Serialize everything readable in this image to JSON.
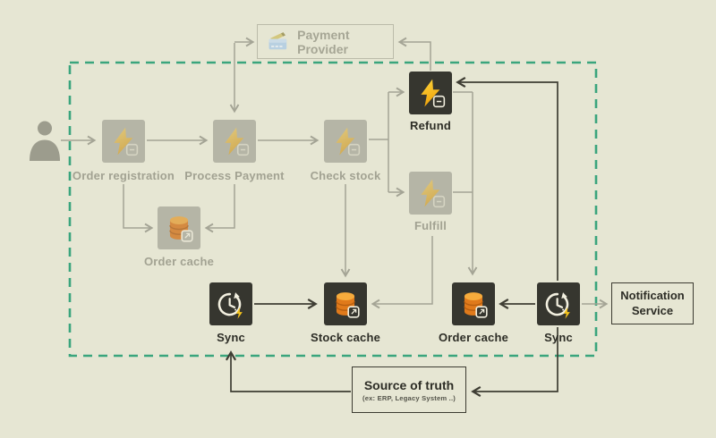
{
  "nodes": {
    "order_registration": "Order registration",
    "process_payment": "Process Payment",
    "check_stock": "Check stock",
    "refund": "Refund",
    "fulfill": "Fulfill",
    "order_cache_mid": "Order cache",
    "sync_left": "Sync",
    "stock_cache": "Stock cache",
    "order_cache_bottom": "Order cache",
    "sync_right": "Sync"
  },
  "external": {
    "payment_provider": "Payment Provider",
    "notification_service": "Notification Service",
    "source_of_truth_title": "Source of truth",
    "source_of_truth_subtitle": "(ex: ERP, Legacy System ..)"
  },
  "icons": {
    "user-icon": "person silhouette",
    "lightning-icon": "lightning bolt function tile",
    "database-icon": "stacked orange database cylinder",
    "sync-clock-icon": "clock with circular refresh arrow and bolt",
    "credit-card-icon": "credit card with pen"
  },
  "colors": {
    "background": "#e6e6d3",
    "boundary_dash": "#3aa57d",
    "node_dark": "#36362f",
    "node_faded": "#b5b5a6",
    "bolt_yellow": "#ffd83d",
    "bolt_orange": "#efa30c",
    "db_orange": "#e07a1b",
    "line_faded": "#a4a495",
    "line_dark": "#3e3d33",
    "text_faded": "#a2a292",
    "text_dark": "#2d2d26"
  },
  "edges": [
    {
      "from": "user",
      "to": "order_registration"
    },
    {
      "from": "order_registration",
      "to": "process_payment"
    },
    {
      "from": "process_payment",
      "to": "payment_provider",
      "bidirectional": true
    },
    {
      "from": "process_payment",
      "to": "check_stock"
    },
    {
      "from": "order_registration",
      "to": "order_cache_mid"
    },
    {
      "from": "process_payment",
      "to": "order_cache_mid"
    },
    {
      "from": "check_stock",
      "to": "refund"
    },
    {
      "from": "check_stock",
      "to": "fulfill"
    },
    {
      "from": "check_stock",
      "to": "stock_cache"
    },
    {
      "from": "refund",
      "to": "payment_provider"
    },
    {
      "from": "refund",
      "to": "order_cache_bottom"
    },
    {
      "from": "fulfill",
      "to": "order_cache_bottom"
    },
    {
      "from": "fulfill",
      "to": "stock_cache"
    },
    {
      "from": "sync_left",
      "to": "stock_cache"
    },
    {
      "from": "sync_right",
      "to": "order_cache_bottom"
    },
    {
      "from": "sync_right",
      "to": "refund"
    },
    {
      "from": "sync_right",
      "to": "notification_service"
    },
    {
      "from": "sync_right",
      "to": "source_of_truth"
    },
    {
      "from": "source_of_truth",
      "to": "sync_left"
    }
  ]
}
